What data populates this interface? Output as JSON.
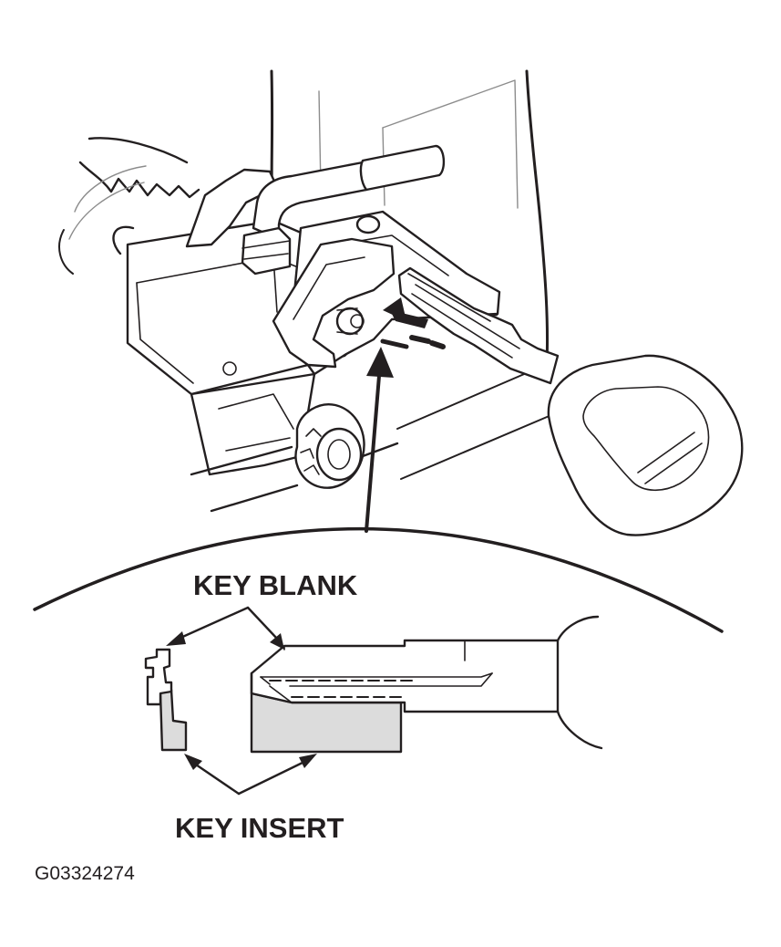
{
  "labels": {
    "key_blank": "KEY BLANK",
    "key_insert": "KEY INSERT",
    "figure_id": "G03324274"
  },
  "colors": {
    "line": "#231f20",
    "insert_fill": "#dcdcdc",
    "background": "#ffffff",
    "gray_line": "#8c8c8c"
  }
}
